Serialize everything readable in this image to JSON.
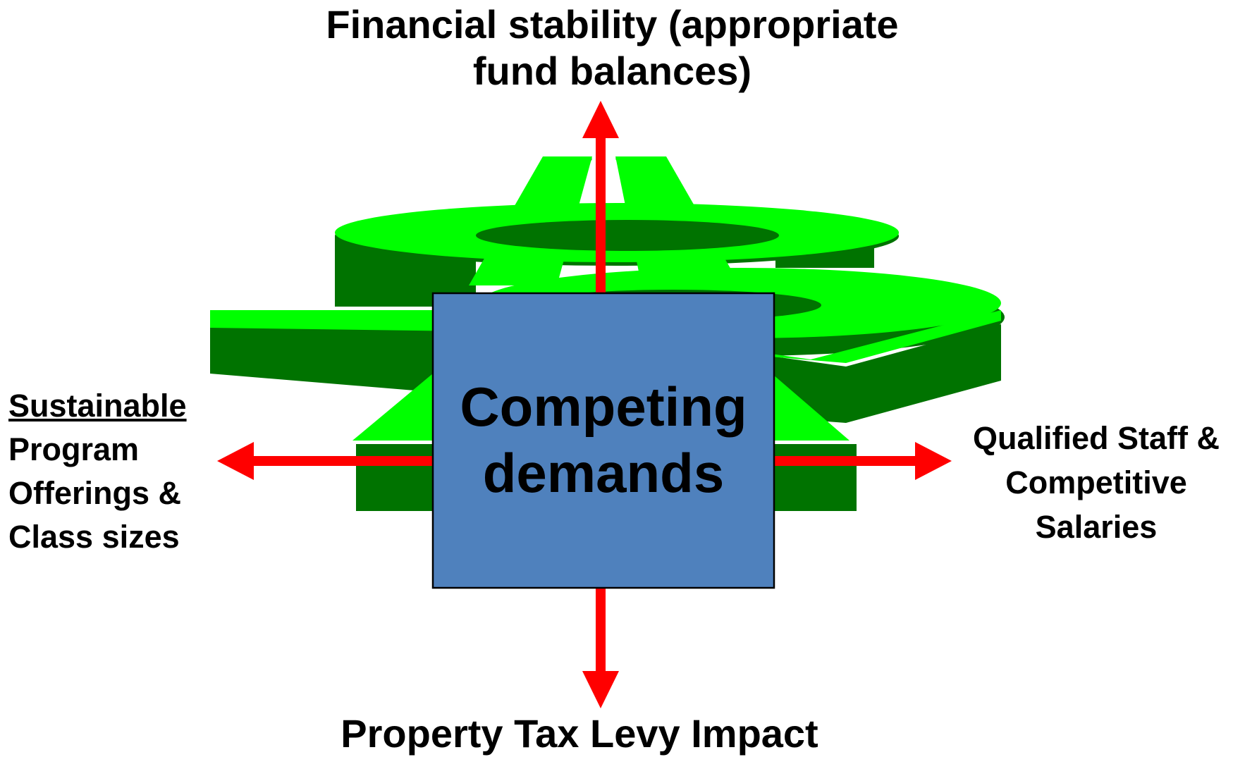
{
  "labels": {
    "top": [
      "Financial stability (appropriate",
      "fund balances)"
    ],
    "left_underlined": "Sustainable",
    "left": [
      "Program",
      "Offerings &",
      "Class sizes"
    ],
    "right": [
      "Qualified Staff &",
      "Competitive",
      "Salaries"
    ],
    "bottom": "Property Tax Levy Impact"
  },
  "center_box": {
    "line1": "Competing",
    "line2": "demands"
  },
  "colors": {
    "dollar_face": "#00ff00",
    "dollar_side": "#007300",
    "box_fill": "#4f81bd",
    "arrow": "#ff0000"
  }
}
